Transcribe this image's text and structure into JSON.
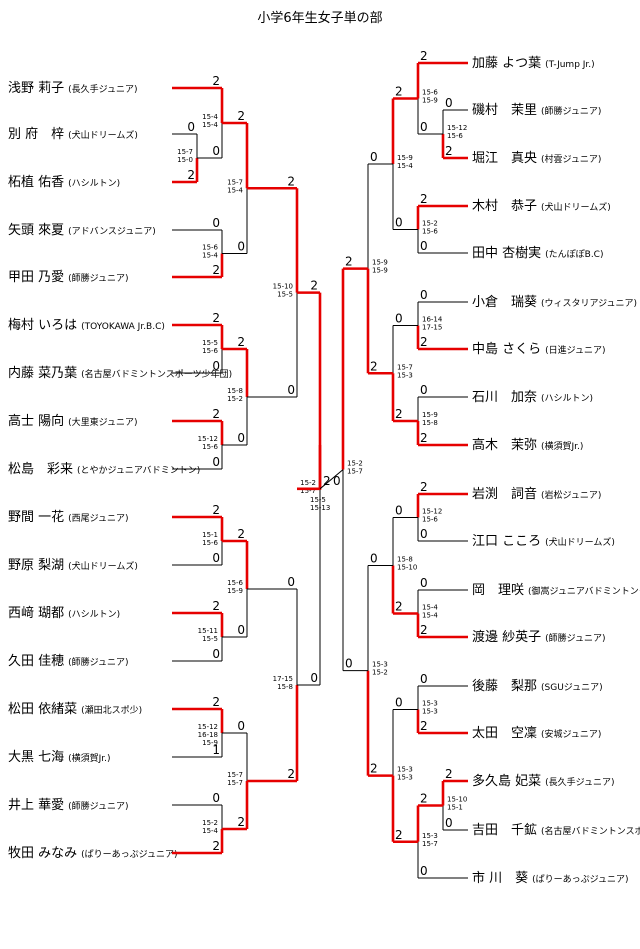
{
  "title": "小学6年生女子単の部",
  "colors": {
    "win": "#e60000",
    "line": "#000000"
  },
  "players_left": [
    {
      "name": "浅野 莉子",
      "club": "(長久手ジュニア)"
    },
    {
      "name": "別 府　梓",
      "club": "(犬山ドリームズ)"
    },
    {
      "name": "柘植 佑香",
      "club": "(ハシルトン)"
    },
    {
      "name": "矢頭 來夏",
      "club": "(アドバンスジュニア)"
    },
    {
      "name": "甲田 乃愛",
      "club": "(師勝ジュニア)"
    },
    {
      "name": "梅村 いろは",
      "club": "(TOYOKAWA Jr.B.C)"
    },
    {
      "name": "内藤 菜乃葉",
      "club": "(名古屋バドミントンスポーツ少年団)"
    },
    {
      "name": "高士 陽向",
      "club": "(大里東ジュニア)"
    },
    {
      "name": "松島　彩来",
      "club": "(とやかジュニアバドミントン)"
    },
    {
      "name": "野間 一花",
      "club": "(西尾ジュニア)"
    },
    {
      "name": "野原 梨湖",
      "club": "(犬山ドリームズ)"
    },
    {
      "name": "西﨑 瑚都",
      "club": "(ハシルトン)"
    },
    {
      "name": "久田 佳穂",
      "club": "(師勝ジュニア)"
    },
    {
      "name": "松田 依緒菜",
      "club": "(瀬田北スポ少)"
    },
    {
      "name": "大黒 七海",
      "club": "(横須賀Jr.)"
    },
    {
      "name": "井上 華愛",
      "club": "(師勝ジュニア)"
    },
    {
      "name": "牧田 みなみ",
      "club": "(ぱりーあっぷジュニア)"
    }
  ],
  "players_right": [
    {
      "name": "加藤 よつ葉",
      "club": "(T-Jump Jr.)"
    },
    {
      "name": "磯村　茉里",
      "club": "(師勝ジュニア)"
    },
    {
      "name": "堀江　真央",
      "club": "(村雲ジュニア)"
    },
    {
      "name": "木村　恭子",
      "club": "(犬山ドリームズ)"
    },
    {
      "name": "田中 杏樹実",
      "club": "(たんぽぽB.C)"
    },
    {
      "name": "小倉　瑞葵",
      "club": "(ウィスタリアジュニア)"
    },
    {
      "name": "中島 さくら",
      "club": "(日進ジュニア)"
    },
    {
      "name": "石川　加奈",
      "club": "(ハシルトン)"
    },
    {
      "name": "高木　茉弥",
      "club": "(横須賀Jr.)"
    },
    {
      "name": "岩渕　詞音",
      "club": "(岩松ジュニア)"
    },
    {
      "name": "江口 こころ",
      "club": "(犬山ドリームズ)"
    },
    {
      "name": "岡　理咲",
      "club": "(御嵩ジュニアバドミントンクラブ)"
    },
    {
      "name": "渡邊 紗英子",
      "club": "(師勝ジュニア)"
    },
    {
      "name": "後藤　梨那",
      "club": "(SGUジュニア)"
    },
    {
      "name": "太田　空凜",
      "club": "(安城ジュニア)"
    },
    {
      "name": "多久島 妃菜",
      "club": "(長久手ジュニア)"
    },
    {
      "name": "吉田　千鉱",
      "club": "(名古屋バドミントンスポーツ少年団)"
    },
    {
      "name": "市 川　葵",
      "club": "(ぱりーあっぷジュニア)"
    }
  ],
  "matches_left": [
    {
      "id": "L1",
      "score_top": "0",
      "score_bottom": "2",
      "winner": "bottom",
      "sets": [
        "15-7",
        "15-0"
      ]
    },
    {
      "id": "L2",
      "score_top": "2",
      "score_bottom": "0",
      "winner": "top",
      "sets": [
        "15-4",
        "15-4"
      ]
    },
    {
      "id": "L3",
      "score_top": "0",
      "score_bottom": "2",
      "winner": "bottom",
      "sets": [
        "15-6",
        "15-4"
      ]
    },
    {
      "id": "L4",
      "score_top": "2",
      "score_bottom": "0",
      "winner": "top",
      "sets": [
        "15-7",
        "15-4"
      ]
    },
    {
      "id": "L5",
      "score_top": "2",
      "score_bottom": "0",
      "winner": "top",
      "sets": [
        "15-5",
        "15-6"
      ]
    },
    {
      "id": "L6",
      "score_top": "2",
      "score_bottom": "0",
      "winner": "top",
      "sets": [
        "15-12",
        "15-6"
      ]
    },
    {
      "id": "L7",
      "score_top": "2",
      "score_bottom": "0",
      "winner": "top",
      "sets": [
        "15-8",
        "15-2"
      ]
    },
    {
      "id": "L8",
      "score_top": "2",
      "score_bottom": "0",
      "winner": "top",
      "sets": [
        "15-10",
        "15-5"
      ]
    },
    {
      "id": "L9",
      "score_top": "2",
      "score_bottom": "0",
      "winner": "top",
      "sets": [
        "15-1",
        "15-6"
      ]
    },
    {
      "id": "L10",
      "score_top": "2",
      "score_bottom": "0",
      "winner": "top",
      "sets": [
        "15-11",
        "15-5"
      ]
    },
    {
      "id": "L11",
      "score_top": "2",
      "score_bottom": "0",
      "winner": "top",
      "sets": [
        "15-6",
        "15-9"
      ]
    },
    {
      "id": "L12",
      "score_top": "2",
      "score_bottom": "1",
      "winner": "top",
      "sets": [
        "15-12",
        "16-18",
        "15-9"
      ]
    },
    {
      "id": "L13",
      "score_top": "0",
      "score_bottom": "2",
      "winner": "bottom",
      "sets": [
        "15-2",
        "15-4"
      ]
    },
    {
      "id": "L14",
      "score_top": "0",
      "score_bottom": "2",
      "winner": "bottom",
      "sets": [
        "15-7",
        "15-7"
      ]
    },
    {
      "id": "L15",
      "score_top": "0",
      "score_bottom": "2",
      "winner": "bottom",
      "sets": [
        "17-15",
        "15-8"
      ]
    },
    {
      "id": "L16",
      "score_top": "2",
      "score_bottom": "0",
      "winner": "top",
      "sets": [
        "15-2",
        "15-7"
      ]
    }
  ],
  "matches_right": [
    {
      "id": "R1",
      "score_top": "0",
      "score_bottom": "2",
      "winner": "bottom",
      "sets": [
        "15-12",
        "15-6"
      ]
    },
    {
      "id": "R2",
      "score_top": "2",
      "score_bottom": "0",
      "winner": "top",
      "sets": [
        "15-6",
        "15-9"
      ]
    },
    {
      "id": "R3",
      "score_top": "2",
      "score_bottom": "0",
      "winner": "top",
      "sets": [
        "15-2",
        "15-6"
      ]
    },
    {
      "id": "R4",
      "score_top": "2",
      "score_bottom": "0",
      "winner": "top",
      "sets": [
        "15-9",
        "15-4"
      ]
    },
    {
      "id": "R5",
      "score_top": "0",
      "score_bottom": "2",
      "winner": "bottom",
      "sets": [
        "16-14",
        "17-15"
      ]
    },
    {
      "id": "R6",
      "score_top": "0",
      "score_bottom": "2",
      "winner": "bottom",
      "sets": [
        "15-9",
        "15-8"
      ]
    },
    {
      "id": "R7",
      "score_top": "0",
      "score_bottom": "2",
      "winner": "bottom",
      "sets": [
        "15-7",
        "15-3"
      ]
    },
    {
      "id": "R8",
      "score_top": "0",
      "score_bottom": "2",
      "winner": "bottom",
      "sets": [
        "15-9",
        "15-9"
      ]
    },
    {
      "id": "R9",
      "score_top": "2",
      "score_bottom": "0",
      "winner": "top",
      "sets": [
        "15-12",
        "15-6"
      ]
    },
    {
      "id": "R10",
      "score_top": "0",
      "score_bottom": "2",
      "winner": "bottom",
      "sets": [
        "15-4",
        "15-4"
      ]
    },
    {
      "id": "R11",
      "score_top": "0",
      "score_bottom": "2",
      "winner": "bottom",
      "sets": [
        "15-8",
        "15-10"
      ]
    },
    {
      "id": "R12",
      "score_top": "0",
      "score_bottom": "2",
      "winner": "bottom",
      "sets": [
        "15-3",
        "15-3"
      ]
    },
    {
      "id": "R13",
      "score_top": "2",
      "score_bottom": "0",
      "winner": "top",
      "sets": [
        "15-10",
        "15-1"
      ]
    },
    {
      "id": "R14",
      "score_top": "2",
      "score_bottom": "0",
      "winner": "top",
      "sets": [
        "15-3",
        "15-7"
      ]
    },
    {
      "id": "R15",
      "score_top": "0",
      "score_bottom": "2",
      "winner": "bottom",
      "sets": [
        "15-3",
        "15-3"
      ]
    },
    {
      "id": "R16",
      "score_top": "0",
      "score_bottom": "2",
      "winner": "bottom",
      "sets": [
        "15-3",
        "15-2"
      ]
    },
    {
      "id": "R17",
      "score_top": "2",
      "score_bottom": "0",
      "winner": "top",
      "sets": [
        "15-2",
        "15-7"
      ]
    }
  ],
  "final": {
    "score_left": "2",
    "score_right": "0",
    "winner": "left",
    "sets": [
      "15-5",
      "15-13"
    ]
  }
}
